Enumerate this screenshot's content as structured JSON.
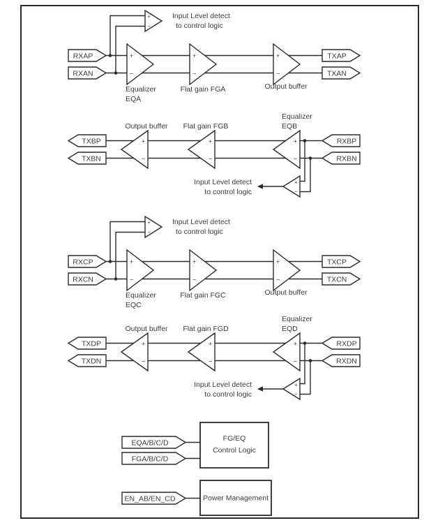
{
  "diagram": {
    "description": "Quad-channel signal-path block diagram with equalizers, flat gain stages, output buffers, input level detectors, control logic and power management"
  },
  "channels": {
    "a": {
      "in_p": "RXAP",
      "in_n": "RXAN",
      "out_p": "TXAP",
      "out_n": "TXAN",
      "eq_line1": "Equalizer",
      "eq_line2": "EQA",
      "fg_label": "Flat gain FGA",
      "buf_label": "Output buffer",
      "detect_line1": "Input Level detect",
      "detect_line2": "to control logic"
    },
    "b": {
      "in_p": "RXBP",
      "in_n": "RXBN",
      "out_p": "TXBP",
      "out_n": "TXBN",
      "eq_line1": "Equalizer",
      "eq_line2": "EQB",
      "fg_label": "Flat gain FGB",
      "buf_label": "Output buffer",
      "detect_line1": "Input Level detect",
      "detect_line2": "to control logic"
    },
    "c": {
      "in_p": "RXCP",
      "in_n": "RXCN",
      "out_p": "TXCP",
      "out_n": "TXCN",
      "eq_line1": "Equalizer",
      "eq_line2": "EQC",
      "fg_label": "Flat gain FGC",
      "buf_label": "Output buffer",
      "detect_line1": "Input Level detect",
      "detect_line2": "to control logic"
    },
    "d": {
      "in_p": "RXDP",
      "in_n": "RXDN",
      "out_p": "TXDP",
      "out_n": "TXDN",
      "eq_line1": "Equalizer",
      "eq_line2": "EQD",
      "fg_label": "Flat gain FGD",
      "buf_label": "Output buffer",
      "detect_line1": "Input Level detect",
      "detect_line2": "to control logic"
    }
  },
  "control_logic": {
    "pin_eq": "EQA/B/C/D",
    "pin_fg": "FGA/B/C/D",
    "box_line1": "FG/EQ",
    "box_line2": "Control Logic"
  },
  "power": {
    "pin_en": "EN_AB/EN_CD",
    "box_label": "Power Management"
  },
  "marks": {
    "plus": "+",
    "minus": "−"
  },
  "colors": {
    "line": "#2a2a2a",
    "text": "#3c3c3c",
    "background": "#ffffff"
  }
}
